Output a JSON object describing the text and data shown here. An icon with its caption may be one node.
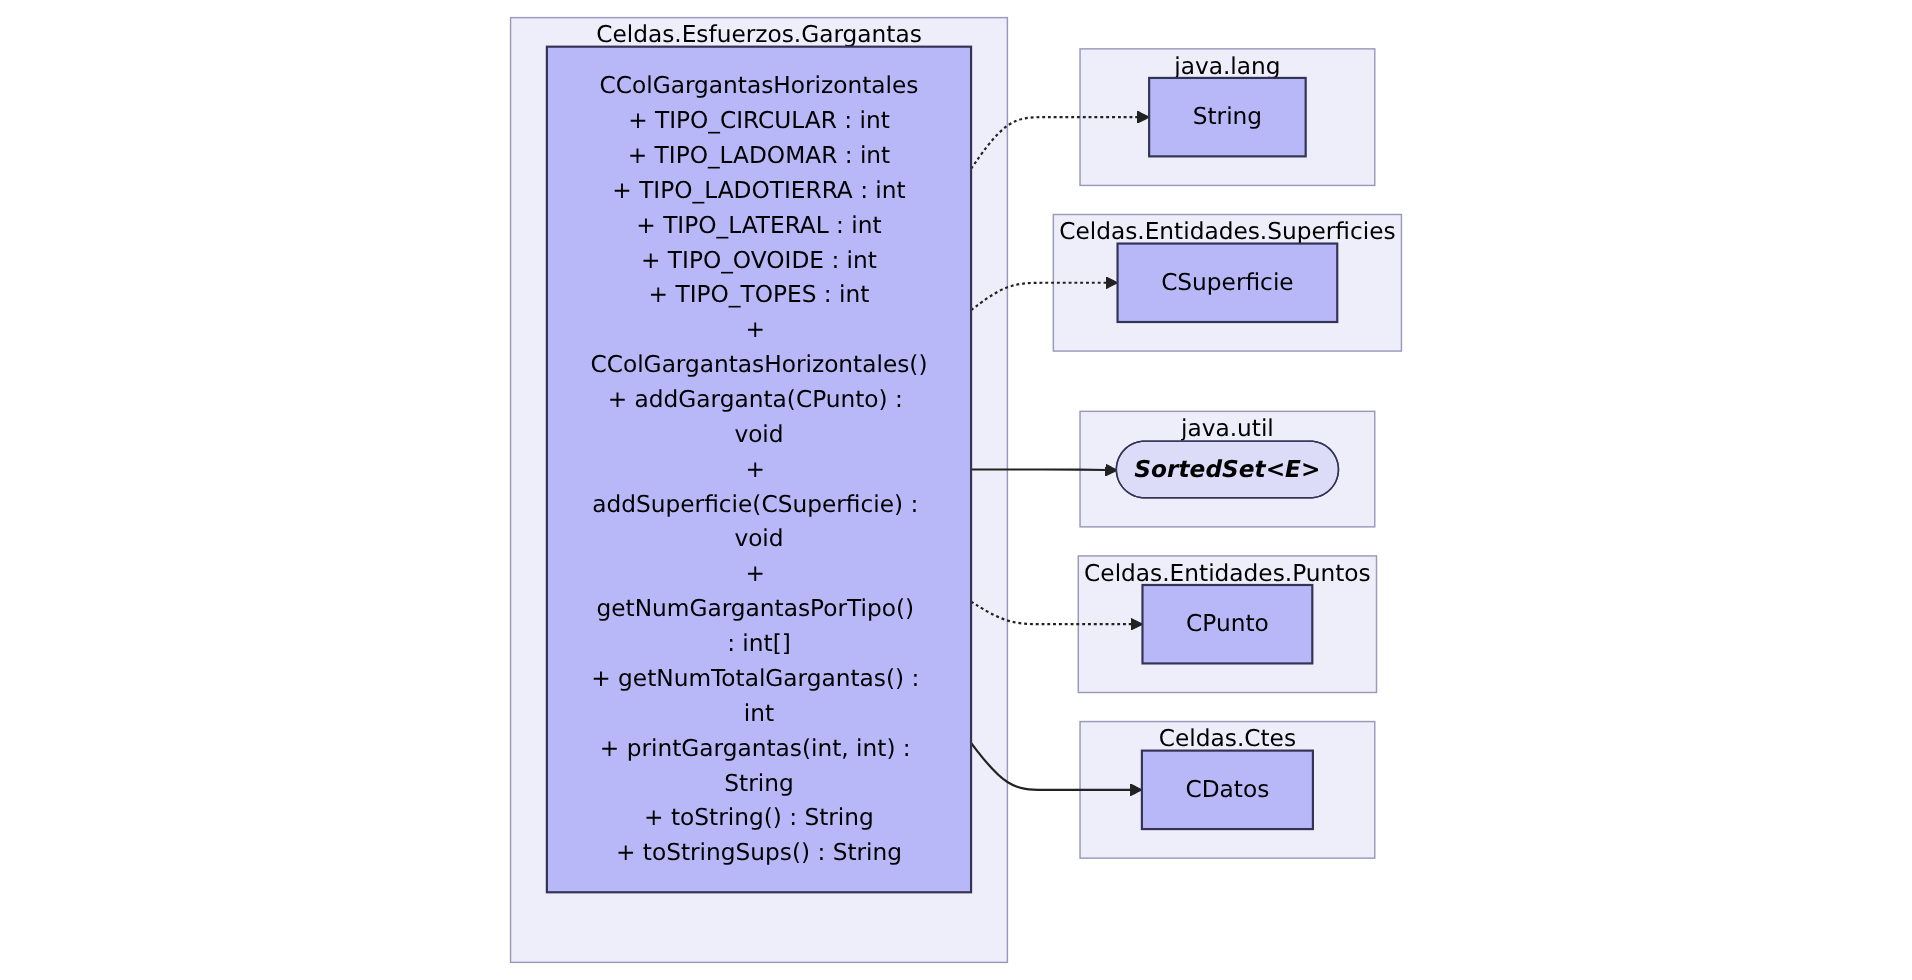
{
  "diagram": {
    "nodes": [
      {
        "text": [
          "Celdas.Ctes"
        ]
      },
      {
        "text": [
          "CDatos"
        ],
        "in": 0
      },
      {
        "text": [
          "Celdas.Esfuerzos.Gargantas"
        ]
      },
      {
        "text": [
          "CColGargantasHorizontales",
          "+ TIPO_CIRCULAR : int",
          "+ TIPO_LADOMAR : int",
          "+ TIPO_LADOTIERRA : int",
          "+ TIPO_LATERAL : int",
          "+ TIPO_OVOIDE : int",
          "+ TIPO_TOPES : int",
          "+ CColGargantasHorizontales()",
          "+ addGarganta(CPunto) : void",
          "+ addSuperficie(CSuperficie) : void",
          "+ getNumGargantasPorTipo() : int[]",
          "+ getNumTotalGargantas() : int",
          "+ printGargantas(int, int) : String",
          "+ toString() : String",
          "+ toStringSups() : String"
        ],
        "in": 2
      },
      {
        "text": [
          "Celdas.Entidades.Puntos"
        ]
      },
      {
        "text": [
          "CPunto"
        ],
        "in": 4
      },
      {
        "text": [
          "java.util"
        ]
      },
      {
        "text": [
          "SortedSet<E>"
        ],
        "in": 6
      },
      {
        "text": [
          "Celdas.Entidades.Superficies"
        ]
      },
      {
        "text": [
          "CSuperficie"
        ],
        "in": 8
      },
      {
        "text": [
          "java.lang"
        ]
      },
      {
        "text": [
          "String"
        ],
        "in": 10
      }
    ],
    "edges": [
      {
        "from": 3,
        "to": 1,
        "arrow": "to"
      },
      {
        "from": 3,
        "to": 5,
        "arrow": "to",
        "style": "dashed"
      },
      {
        "from": 3,
        "to": 7,
        "arrow": "to"
      },
      {
        "from": 3,
        "to": 9,
        "arrow": "to",
        "style": "dashed"
      },
      {
        "from": 3,
        "to": 11,
        "arrow": "to",
        "style": "dashed"
      }
    ]
  }
}
